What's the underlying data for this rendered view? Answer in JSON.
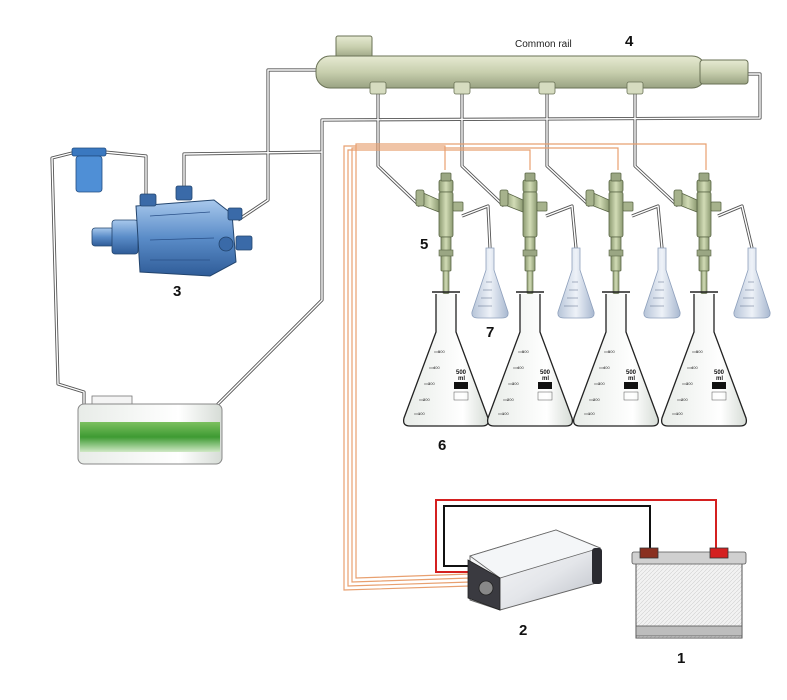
{
  "diagram": {
    "rail_title": "Common rail",
    "labels": {
      "battery": "1",
      "control_unit": "2",
      "pump": "3",
      "rail": "4",
      "injector": "5",
      "beaker": "6",
      "return_flask": "7"
    },
    "beaker_text": {
      "volume": "500",
      "unit": "ml",
      "ticks": [
        "500",
        "400",
        "300",
        "200",
        "100"
      ]
    },
    "colors": {
      "rail": "#c8cfae",
      "injector": "#b6c29a",
      "pump": "#5a8cc8",
      "fuel": "#3e9a32",
      "wire": "#e8a070",
      "battery_wire_red": "#d42020",
      "flask": "#c8d4e4"
    }
  }
}
